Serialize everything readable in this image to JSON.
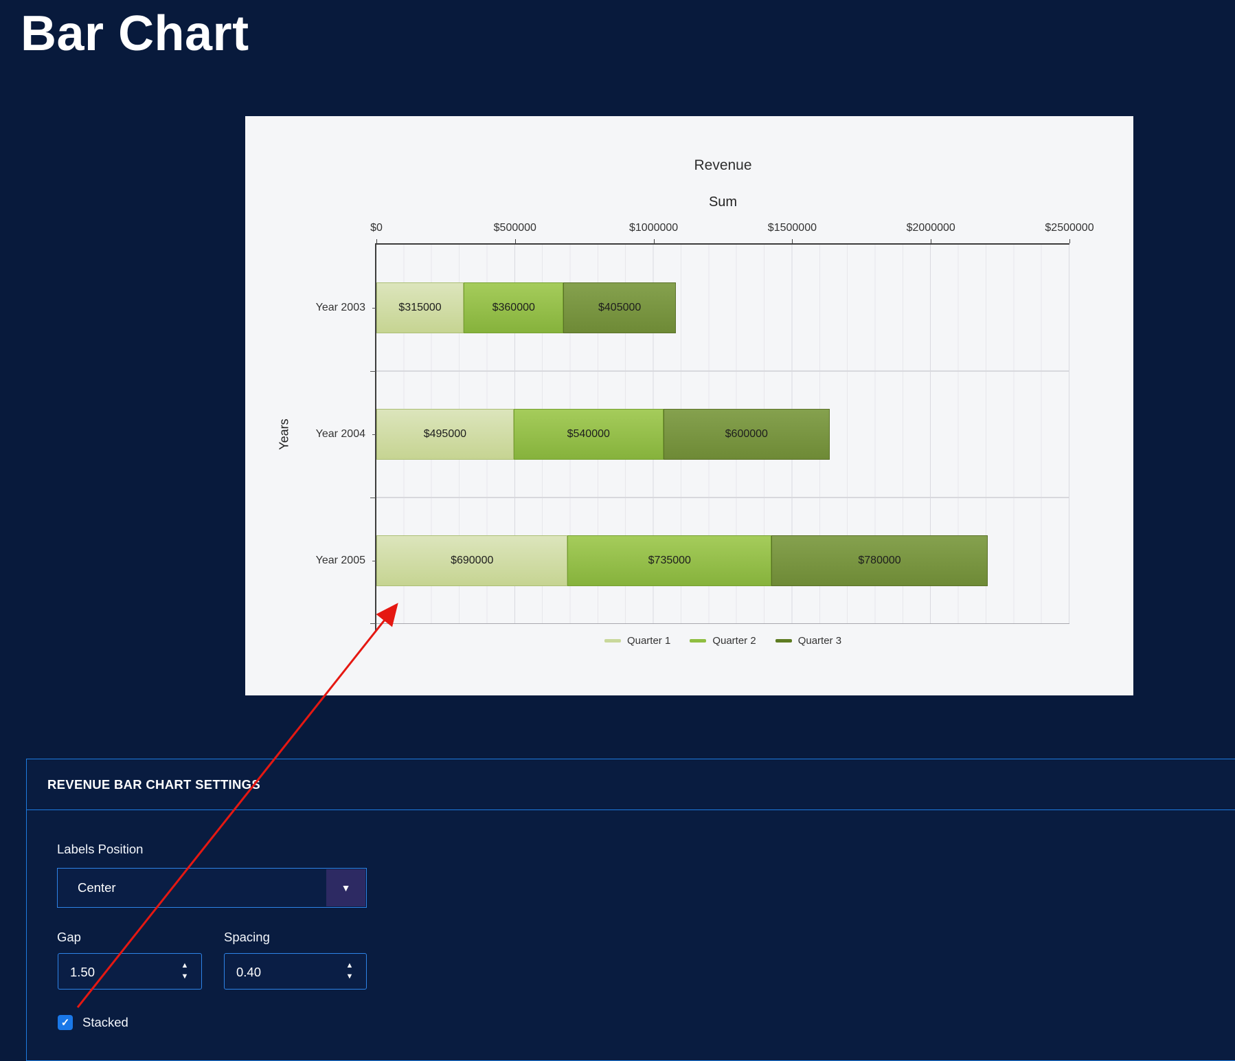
{
  "page": {
    "title": "Bar Chart",
    "background": "#081A3C",
    "accent_blue": "#1E7CE0",
    "arrow_color": "#E51812"
  },
  "icons": {
    "caret_down": "▼",
    "spinner_up": "▲",
    "spinner_down": "▼",
    "check": "✓"
  },
  "chart_data": {
    "type": "bar",
    "orientation": "horizontal",
    "stacked": true,
    "title": "Revenue",
    "axis_title": "Sum",
    "ylabel": "Years",
    "categories": [
      "Year 2003",
      "Year 2004",
      "Year 2005"
    ],
    "series": [
      {
        "name": "Quarter 1",
        "values": [
          315000,
          495000,
          690000
        ],
        "color_top": "#DCE5BC",
        "color_bottom": "#C6D492",
        "border": "#ABBE74",
        "legend_color": "#C9D89B"
      },
      {
        "name": "Quarter 2",
        "values": [
          360000,
          540000,
          735000
        ],
        "color_top": "#A5CC5B",
        "color_bottom": "#86B23C",
        "border": "#75A030",
        "legend_color": "#8FBE41"
      },
      {
        "name": "Quarter 3",
        "values": [
          405000,
          600000,
          780000
        ],
        "color_top": "#85A14E",
        "color_bottom": "#6E8A36",
        "border": "#5A7128",
        "legend_color": "#5E7C22"
      }
    ],
    "x_tick_labels": [
      "$0",
      "$500000",
      "$1000000",
      "$1500000",
      "$2000000",
      "$2500000"
    ],
    "xlim": [
      0,
      2500000
    ],
    "value_prefix": "$",
    "grid": true,
    "legend_position": "bottom",
    "labels_position": "center"
  },
  "settings": {
    "header": "REVENUE BAR CHART SETTINGS",
    "labels_position": {
      "label": "Labels Position",
      "value": "Center"
    },
    "gap": {
      "label": "Gap",
      "value": "1.50"
    },
    "spacing": {
      "label": "Spacing",
      "value": "0.40"
    },
    "stacked": {
      "label": "Stacked",
      "checked": true
    }
  }
}
